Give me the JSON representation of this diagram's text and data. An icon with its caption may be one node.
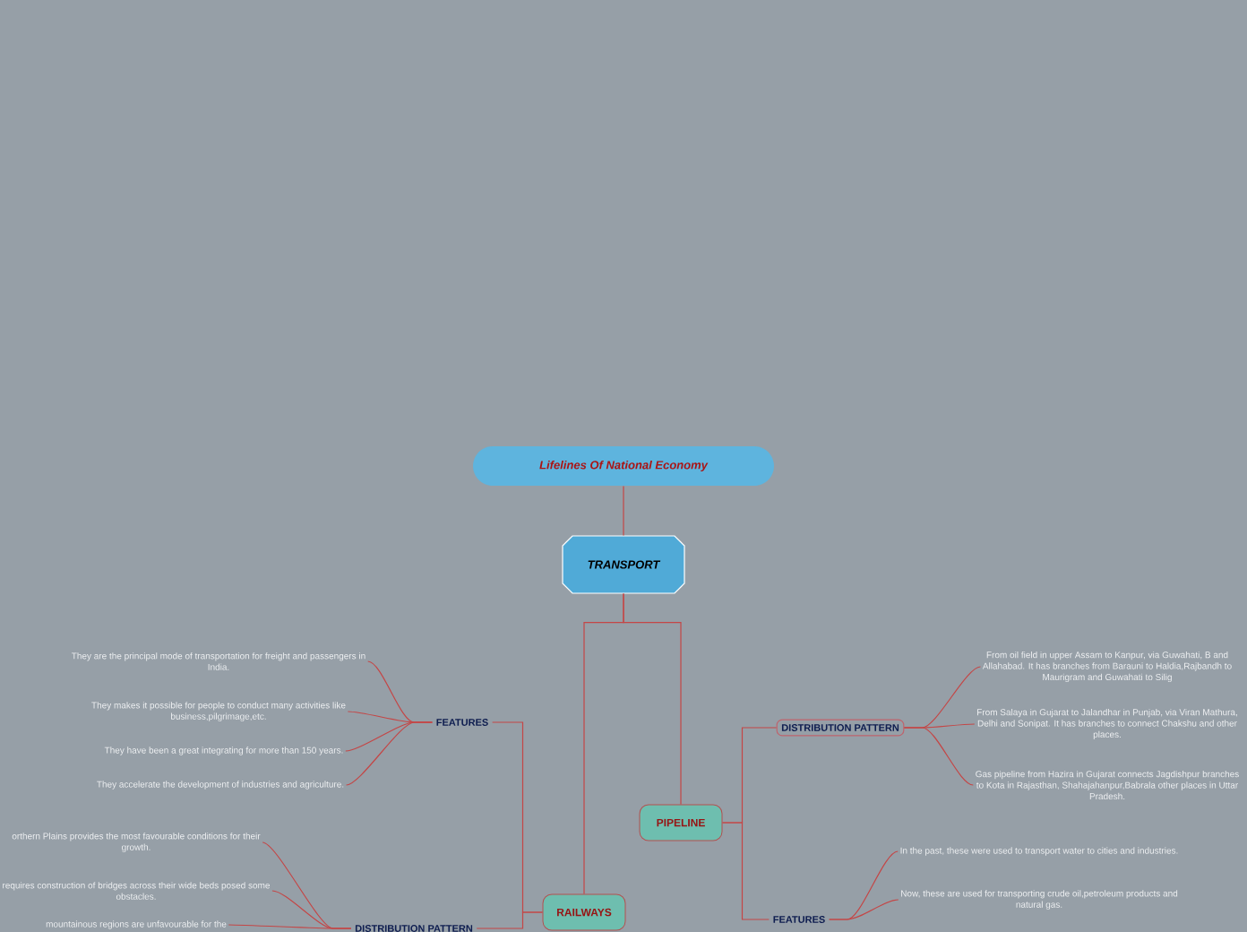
{
  "diagram": {
    "nodes": [
      {
        "text": [
          "Lifelines Of National Economy"
        ]
      },
      {
        "text": [
          "TRANSPORT"
        ]
      },
      {
        "text": [
          "RAILWAYS"
        ]
      },
      {
        "text": [
          "PIPELINE"
        ]
      },
      {
        "text": [
          "FEATURES"
        ]
      },
      {
        "text": [
          "DISTRIBUTION PATTERN"
        ]
      },
      {
        "text": [
          "DISTRIBUTION PATTERN"
        ]
      },
      {
        "text": [
          "FEATURES"
        ]
      },
      {
        "text": [
          "They are the principal mode of transportation for freight and passengers in India."
        ]
      },
      {
        "text": [
          "They makes it possible for people to conduct many activities like business,pilgrimage,etc."
        ]
      },
      {
        "text": [
          "They have been a great integrating for more than 150 years."
        ]
      },
      {
        "text": [
          "They accelerate the development of industries and agriculture."
        ]
      },
      {
        "text": [
          "orthern Plains provides the most favourable conditions for their growth."
        ]
      },
      {
        "text": [
          "requires construction of bridges across their wide beds posed some obstacles."
        ]
      },
      {
        "text": [
          "mountainous regions are unfavourable for the"
        ]
      },
      {
        "text": [
          "From oil field in upper Assam to Kanpur, via Guwahati, B and Allahabad. It has branches from Barauni to Haldia,Rajbandh to Maurigram and Guwahati to Silig"
        ]
      },
      {
        "text": [
          "From Salaya in Gujarat to Jalandhar in Punjab, via Viran Mathura, Delhi and Sonipat. It has branches to connect Chakshu and other places."
        ]
      },
      {
        "text": [
          "Gas pipeline from Hazira in Gujarat connects Jagdishpur branches to Kota in Rajasthan, Shahajahanpur,Babrala other places in Uttar Pradesh."
        ]
      },
      {
        "text": [
          "In the past, these were used to transport water to cities and industries."
        ]
      },
      {
        "text": [
          "Now, these are used for transporting crude oil,petroleum products and natural gas."
        ]
      }
    ],
    "edges": [
      {
        "from": 0,
        "to": 1,
        "arrow": "none"
      },
      {
        "from": 1,
        "to": 2,
        "arrow": "none"
      },
      {
        "from": 1,
        "to": 3,
        "arrow": "none"
      },
      {
        "from": 2,
        "to": 4,
        "arrow": "none"
      },
      {
        "from": 2,
        "to": 5,
        "arrow": "none"
      },
      {
        "from": 3,
        "to": 6,
        "arrow": "none"
      },
      {
        "from": 3,
        "to": 7,
        "arrow": "none"
      },
      {
        "from": 4,
        "to": 8,
        "arrow": "none"
      },
      {
        "from": 4,
        "to": 9,
        "arrow": "none"
      },
      {
        "from": 4,
        "to": 10,
        "arrow": "none"
      },
      {
        "from": 4,
        "to": 11,
        "arrow": "none"
      },
      {
        "from": 5,
        "to": 12,
        "arrow": "none"
      },
      {
        "from": 5,
        "to": 13,
        "arrow": "none"
      },
      {
        "from": 5,
        "to": 14,
        "arrow": "none"
      },
      {
        "from": 6,
        "to": 15,
        "arrow": "none"
      },
      {
        "from": 6,
        "to": 16,
        "arrow": "none"
      },
      {
        "from": 6,
        "to": 17,
        "arrow": "none"
      },
      {
        "from": 7,
        "to": 18,
        "arrow": "none"
      },
      {
        "from": 7,
        "to": 19,
        "arrow": "none"
      }
    ]
  }
}
